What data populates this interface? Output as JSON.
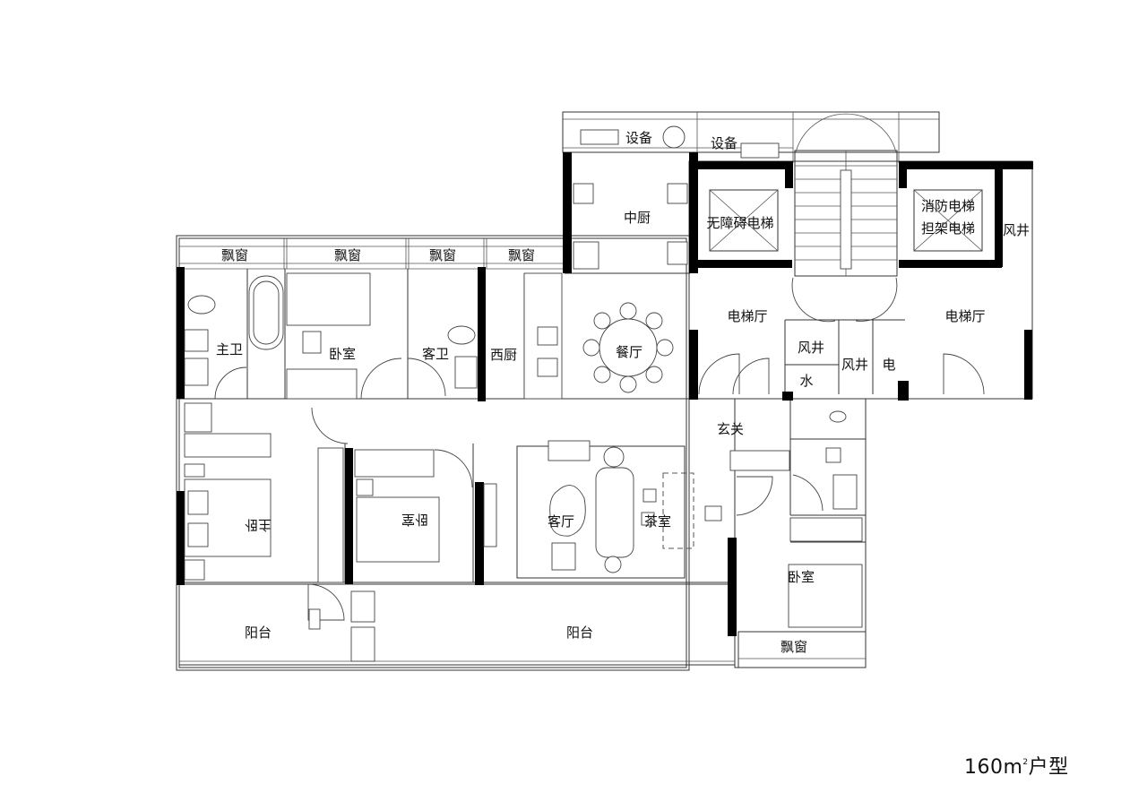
{
  "plan": {
    "caption": {
      "area": "160m",
      "sup": "2",
      "suffix": "户型"
    },
    "rooms": {
      "bay_window_1": "飘窗",
      "bay_window_2": "飘窗",
      "bay_window_3": "飘窗",
      "bay_window_4": "飘窗",
      "bay_window_5": "飘窗",
      "equipment_1": "设备",
      "equipment_2": "设备",
      "chinese_kitchen": "中厨",
      "accessible_elevator": "无障碍电梯",
      "fire_elevator_1": "消防电梯",
      "fire_elevator_2": "担架电梯",
      "air_shaft_1": "风井",
      "air_shaft_2": "风井",
      "air_shaft_3": "风井",
      "water": "水",
      "electric": "电",
      "elevator_hall_1": "电梯厅",
      "elevator_hall_2": "电梯厅",
      "master_bath": "主卫",
      "bedroom_1": "卧室",
      "guest_bath": "客卫",
      "western_kitchen": "西厨",
      "dining": "餐厅",
      "entrance": "玄关",
      "master_bedroom": "主卧",
      "bedroom_2": "卧室",
      "living": "客厅",
      "tea_room": "茶室",
      "bedroom_3": "卧室",
      "balcony_1": "阳台",
      "balcony_2": "阳台"
    }
  }
}
